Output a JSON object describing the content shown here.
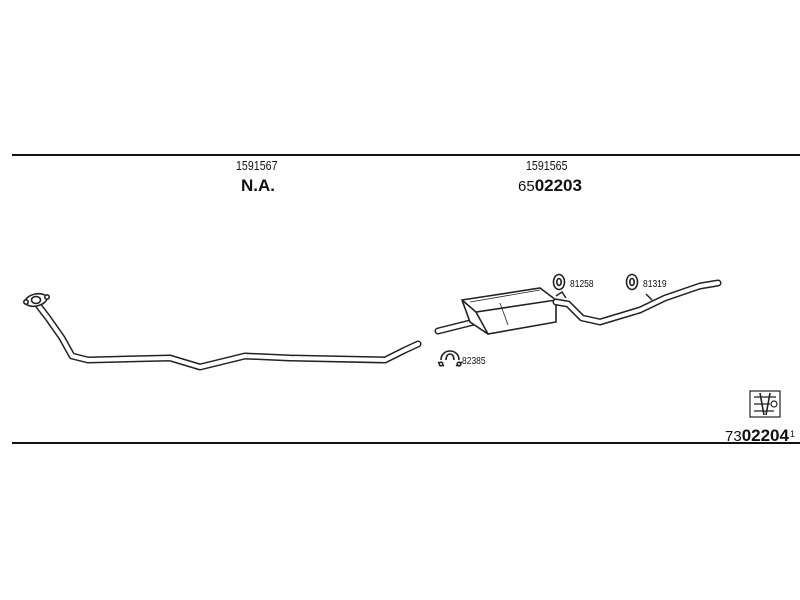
{
  "front_section": {
    "part_number": "1591567",
    "code": "N.A."
  },
  "rear_section": {
    "part_number": "1591565",
    "code_prefix": "65",
    "code": "02203"
  },
  "parts": {
    "clamp": "82385",
    "hanger_a": "81258",
    "hanger_b": "81319"
  },
  "footer": {
    "code_prefix": "73",
    "code": "02204",
    "suffix": "1"
  },
  "icons": [
    "page-reference-icon"
  ]
}
